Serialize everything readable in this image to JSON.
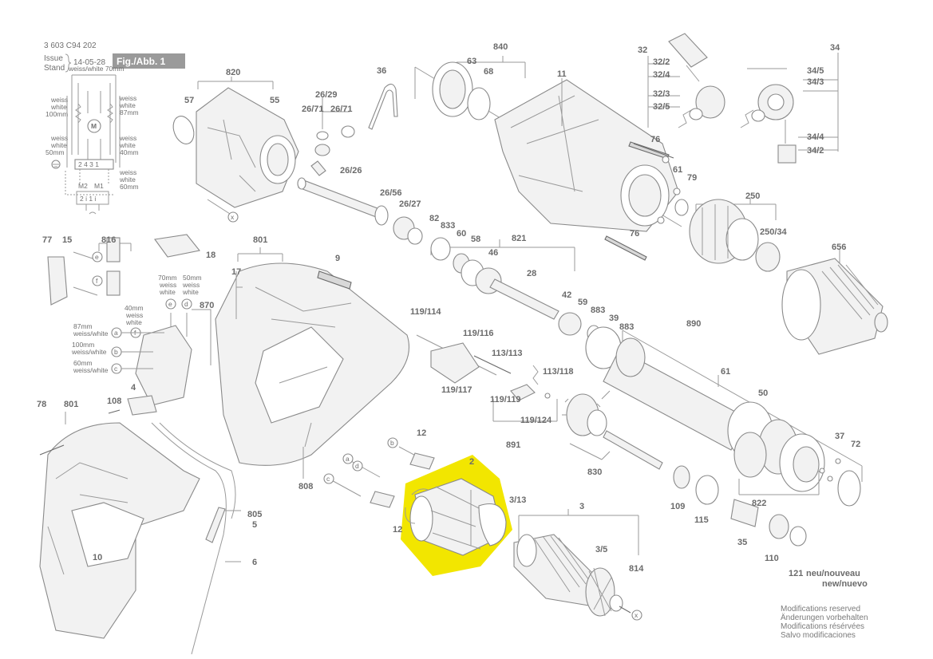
{
  "header": {
    "part_number": "3 603 C94 202",
    "issue_label": "Issue",
    "stand_label": "Stand",
    "date": "14-05-28",
    "figure_label": "Fig./Abb. 1"
  },
  "highlight_color": "#f2e600",
  "highlighted_part": "2",
  "wiring": {
    "top": "weiss/white 70mm",
    "left1": [
      "weiss",
      "white",
      "100mm"
    ],
    "left2": [
      "weiss",
      "white",
      "50mm"
    ],
    "right1": [
      "weiss",
      "white",
      "87mm"
    ],
    "right2": [
      "weiss",
      "white",
      "40mm"
    ],
    "right3": [
      "weiss",
      "white",
      "60mm"
    ],
    "terminals": "2 4 3 1",
    "m2": "M2",
    "m1": "M1",
    "bottom": "2 i 1 i"
  },
  "wire_notes": {
    "w70": [
      "70mm",
      "weiss",
      "white"
    ],
    "w50": [
      "50mm",
      "weiss",
      "white"
    ],
    "w40": [
      "40mm",
      "weiss",
      "white"
    ],
    "w87": [
      "87mm",
      "weiss/white"
    ],
    "w100": [
      "100mm",
      "weiss/white"
    ],
    "w60": [
      "60mm",
      "weiss/white"
    ]
  },
  "circle_letters": {
    "a": "a",
    "b": "b",
    "c": "c",
    "d": "d",
    "e": "e",
    "f": "f",
    "x": "x"
  },
  "labels": [
    {
      "id": "p820",
      "text": "820"
    },
    {
      "id": "p57",
      "text": "57"
    },
    {
      "id": "p55",
      "text": "55"
    },
    {
      "id": "p26_29",
      "text": "26/29"
    },
    {
      "id": "p26_71a",
      "text": "26/71"
    },
    {
      "id": "p26_71b",
      "text": "26/71"
    },
    {
      "id": "p36",
      "text": "36"
    },
    {
      "id": "p840",
      "text": "840"
    },
    {
      "id": "p63",
      "text": "63"
    },
    {
      "id": "p68",
      "text": "68"
    },
    {
      "id": "p11",
      "text": "11"
    },
    {
      "id": "p32",
      "text": "32"
    },
    {
      "id": "p32_2",
      "text": "32/2"
    },
    {
      "id": "p32_4",
      "text": "32/4"
    },
    {
      "id": "p32_3",
      "text": "32/3"
    },
    {
      "id": "p32_5",
      "text": "32/5"
    },
    {
      "id": "p34",
      "text": "34"
    },
    {
      "id": "p34_5",
      "text": "34/5"
    },
    {
      "id": "p34_3",
      "text": "34/3"
    },
    {
      "id": "p34_4",
      "text": "34/4"
    },
    {
      "id": "p34_2",
      "text": "34/2"
    },
    {
      "id": "p76a",
      "text": "76"
    },
    {
      "id": "p61a",
      "text": "61"
    },
    {
      "id": "p79",
      "text": "79"
    },
    {
      "id": "p250",
      "text": "250"
    },
    {
      "id": "p250_34",
      "text": "250/34"
    },
    {
      "id": "p26_26",
      "text": "26/26"
    },
    {
      "id": "p26_56",
      "text": "26/56"
    },
    {
      "id": "p26_27",
      "text": "26/27"
    },
    {
      "id": "p82",
      "text": "82"
    },
    {
      "id": "p833",
      "text": "833"
    },
    {
      "id": "p60",
      "text": "60"
    },
    {
      "id": "p58",
      "text": "58"
    },
    {
      "id": "p821",
      "text": "821"
    },
    {
      "id": "p76b",
      "text": "76"
    },
    {
      "id": "p656",
      "text": "656"
    },
    {
      "id": "p77",
      "text": "77"
    },
    {
      "id": "p15",
      "text": "15"
    },
    {
      "id": "p816",
      "text": "816"
    },
    {
      "id": "p18",
      "text": "18"
    },
    {
      "id": "p801a",
      "text": "801"
    },
    {
      "id": "p17",
      "text": "17"
    },
    {
      "id": "p9",
      "text": "9"
    },
    {
      "id": "p46",
      "text": "46"
    },
    {
      "id": "p28",
      "text": "28"
    },
    {
      "id": "p42",
      "text": "42"
    },
    {
      "id": "p59",
      "text": "59"
    },
    {
      "id": "p883a",
      "text": "883"
    },
    {
      "id": "p39",
      "text": "39"
    },
    {
      "id": "p883b",
      "text": "883"
    },
    {
      "id": "p890",
      "text": "890"
    },
    {
      "id": "p870",
      "text": "870"
    },
    {
      "id": "p119_114",
      "text": "119/114"
    },
    {
      "id": "p119_116",
      "text": "119/116"
    },
    {
      "id": "p113_113",
      "text": "113/113"
    },
    {
      "id": "p113_118",
      "text": "113/118"
    },
    {
      "id": "p119_117",
      "text": "119/117"
    },
    {
      "id": "p119_119",
      "text": "119/119"
    },
    {
      "id": "p119_124",
      "text": "119/124"
    },
    {
      "id": "p891",
      "text": "891"
    },
    {
      "id": "p61b",
      "text": "61"
    },
    {
      "id": "p50",
      "text": "50"
    },
    {
      "id": "p4",
      "text": "4"
    },
    {
      "id": "p108",
      "text": "108"
    },
    {
      "id": "p78",
      "text": "78"
    },
    {
      "id": "p801b",
      "text": "801"
    },
    {
      "id": "p808",
      "text": "808"
    },
    {
      "id": "p12a",
      "text": "12"
    },
    {
      "id": "p12b",
      "text": "12"
    },
    {
      "id": "p2",
      "text": "2"
    },
    {
      "id": "p3_13",
      "text": "3/13"
    },
    {
      "id": "p3",
      "text": "3"
    },
    {
      "id": "p3_5",
      "text": "3/5"
    },
    {
      "id": "p814",
      "text": "814"
    },
    {
      "id": "p830",
      "text": "830"
    },
    {
      "id": "p109",
      "text": "109"
    },
    {
      "id": "p115",
      "text": "115"
    },
    {
      "id": "p822",
      "text": "822"
    },
    {
      "id": "p37",
      "text": "37"
    },
    {
      "id": "p72",
      "text": "72"
    },
    {
      "id": "p35",
      "text": "35"
    },
    {
      "id": "p110",
      "text": "110"
    },
    {
      "id": "p121",
      "text": "121"
    },
    {
      "id": "p805",
      "text": "805"
    },
    {
      "id": "p5",
      "text": "5"
    },
    {
      "id": "p6",
      "text": "6"
    },
    {
      "id": "p10",
      "text": "10"
    }
  ],
  "new_note": [
    "neu/nouveau",
    "new/nuevo"
  ],
  "notes": [
    "Modifications reserved",
    "Änderungen vorbehalten",
    "Modifications résérvées",
    "Salvo modificaciones"
  ]
}
